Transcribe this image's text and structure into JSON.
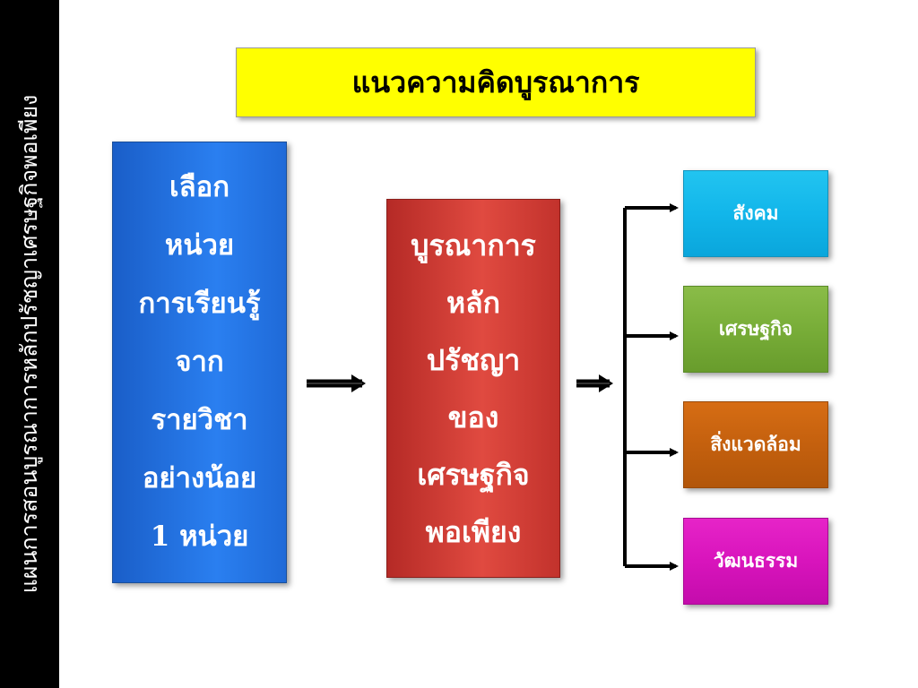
{
  "sidebar": {
    "text": "แผนการสอนบูรณาการหลักปรัชญาเศรษฐกิจพอเพียง"
  },
  "title": "แนวความคิดบูรณาการ",
  "left_box": {
    "lines": [
      "เลือก",
      "หน่วย",
      "การเรียนรู้",
      "จาก",
      "รายวิชา",
      "อย่างน้อย",
      "1 หน่วย"
    ]
  },
  "center_box": {
    "lines": [
      "บูรณาการ",
      "หลัก",
      "ปรัชญา",
      "ของ",
      "เศรษฐกิจ",
      "พอเพียง"
    ]
  },
  "targets": [
    {
      "label": "สังคม",
      "color": "#12b6ea"
    },
    {
      "label": "เศรษฐกิจ",
      "color": "#78ad38"
    },
    {
      "label": "สิ่งแวดล้อม",
      "color": "#c4600e"
    },
    {
      "label": "วัฒนธรรม",
      "color": "#d814bc"
    }
  ]
}
